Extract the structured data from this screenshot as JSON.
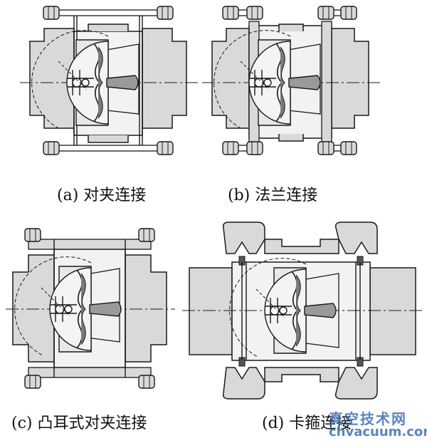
{
  "captions": {
    "a": "(a) 对夹连接",
    "b": "(b) 法兰连接",
    "c": "(c) 凸耳式对夹连接",
    "d": "(d) 卡箍连接"
  },
  "watermark": {
    "cn": "真空技术网",
    "en": "chvacuum.com"
  },
  "colors": {
    "body_fill": "#d9d9d9",
    "line": "#1a1a1a",
    "dark_fill": "#555555",
    "watermark": "#3f6fb3"
  }
}
